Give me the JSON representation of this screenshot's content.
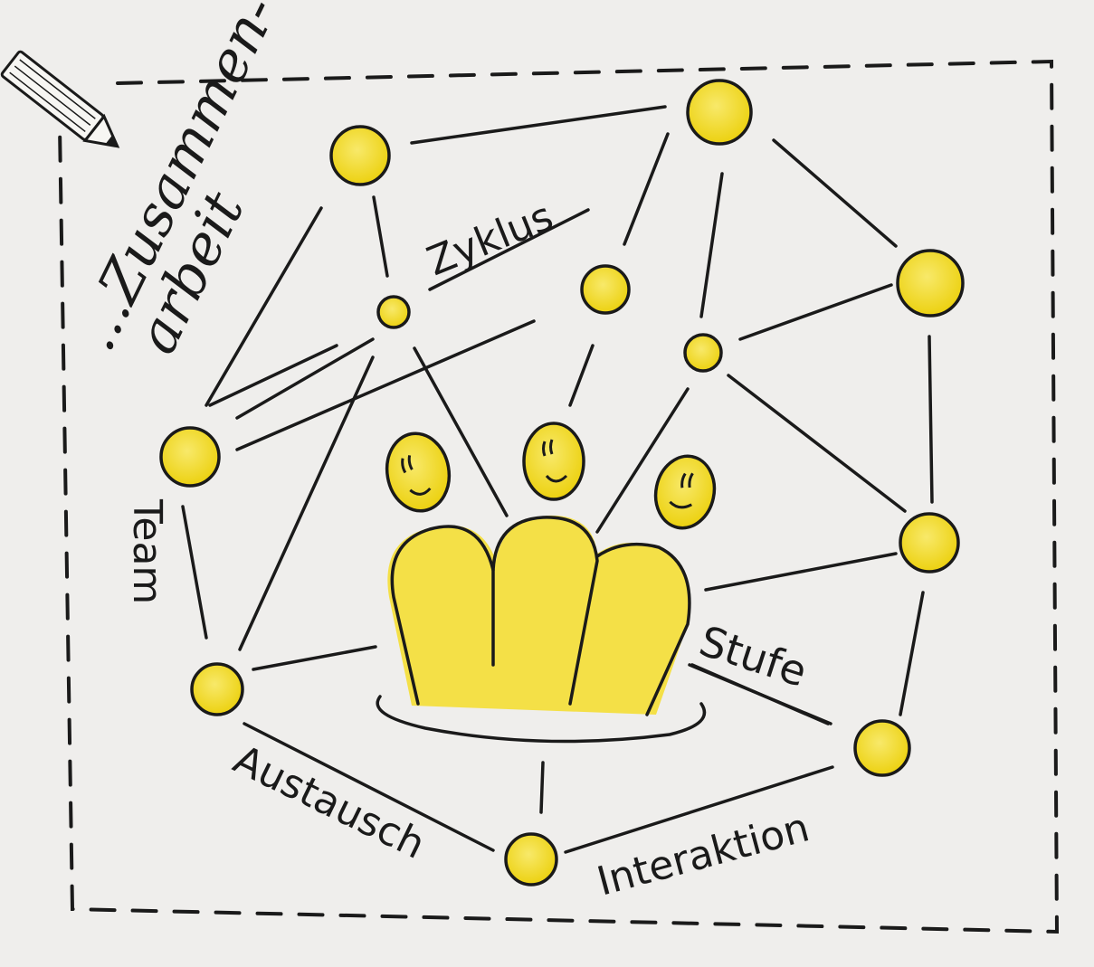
{
  "title_line1": "...Zusammen-",
  "title_line2": "arbeit",
  "labels": {
    "zyklus": "Zyklus",
    "team": "Team",
    "stufe": "Stufe",
    "austausch": "Austausch",
    "interaktion": "Interaktion"
  },
  "colors": {
    "paper": "#efeeec",
    "ink": "#1a1a1a",
    "node_fill": "#f2d81e",
    "crown_fill": "#f4e047"
  },
  "icons": [
    "pencil-icon",
    "smiley-face-icon",
    "crown-icon"
  ]
}
